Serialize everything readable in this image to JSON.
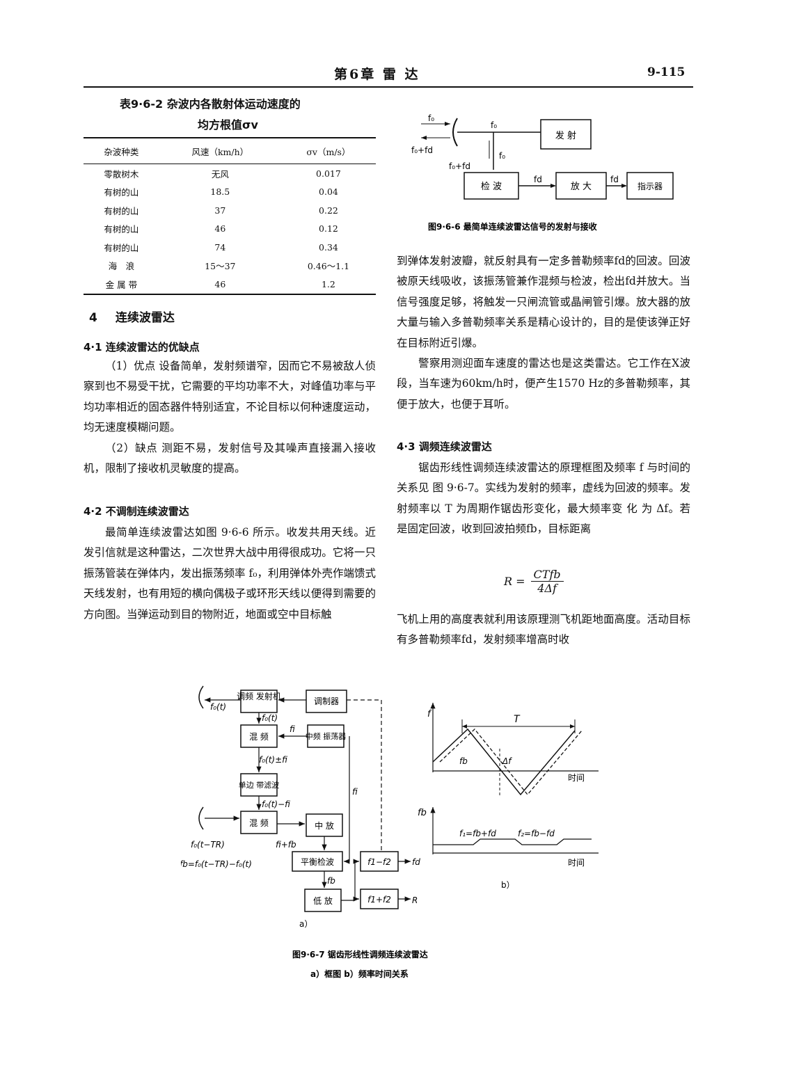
{
  "header": {
    "chapter": "第6章 雷 达",
    "page": "9-115"
  },
  "table": {
    "caption_line1": "表9·6-2 杂波内各散射体运动速度的",
    "caption_line2": "均方根值σv",
    "columns": [
      "杂波种类",
      "风速（km/h）",
      "σv（m/s）"
    ],
    "rows": [
      [
        "零散树木",
        "无风",
        "0.017"
      ],
      [
        "有树的山",
        "18.5",
        "0.04"
      ],
      [
        "有树的山",
        "37",
        "0.22"
      ],
      [
        "有树的山",
        "46",
        "0.12"
      ],
      [
        "有树的山",
        "74",
        "0.34"
      ],
      [
        "海　浪",
        "15～37",
        "0.46～1.1"
      ],
      [
        "金 属 带",
        "46",
        "1.2"
      ]
    ]
  },
  "section4": {
    "number": "4",
    "title": "连续波雷达"
  },
  "s41": {
    "title": "4·1 连续波雷达的优缺点",
    "p1": "（1）优点 设备简单，发射频谱窄，因而它不易被敌人侦察到也不易受干扰，它需要的平均功率不大，对峰值功率与平均功率相近的固态器件特别适宜，不论目标以何种速度运动，均无速度模糊问题。",
    "p2": "（2）缺点 测距不易，发射信号及其噪声直接漏入接收机，限制了接收机灵敏度的提高。"
  },
  "s42": {
    "title": "4·2 不调制连续波雷达",
    "p1": "最简单连续波雷达如图 9·6-6 所示。收发共用天线。近发引信就是这种雷达，二次世界大战中用得很成功。它将一只振荡管装在弹体内，发出振荡频率 f₀，利用弹体外壳作端馈式天线发射，也有用短的横向偶极子或环形天线以便得到需要的方向图。当弹运动到目的物附近，地面或空中目标触"
  },
  "right": {
    "p1": "到弹体发射波瓣，就反射具有一定多普勒频率fd的回波。回波被原天线吸收，该振荡管兼作混频与检波，检出fd并放大。当信号强度足够，将触发一只闸流管或晶闸管引爆。放大器的放大量与输入多普勒频率关系是精心设计的，目的是使该弹正好在目标附近引爆。",
    "p2": "警察用测迎面车速度的雷达也是这类雷达。它工作在X波段，当车速为60km/h时，便产生1570 Hz的多普勒频率，其便于放大，也便于耳听。",
    "s43_title": "4·3 调频连续波雷达",
    "p3": "锯齿形线性调频连续波雷达的原理框图及频率 f 与时间的关系见 图 9·6-7。实线为发射的频率，虚线为回波的频率。发射频率以 T 为周期作锯齿形变化，最大频率变 化 为 Δf。若是固定回波，收到回波拍频fb，目标距离",
    "formula_lhs": "R =",
    "formula_num": "CTfb",
    "formula_den": "4Δf",
    "p4": "飞机上用的高度表就利用该原理测飞机距地面高度。活动目标有多普勒频率fd，发射频率增高时收"
  },
  "fig966": {
    "caption": "图9·6-6 最简单连续波雷达信号的发射与接收",
    "blocks": {
      "tx": "发 射",
      "det": "检 波",
      "amp": "放 大",
      "ind": "指示器"
    },
    "labels": {
      "f0": "f₀",
      "f0fd": "f₀+fd",
      "fd": "fd"
    }
  },
  "fig967": {
    "caption": "图9·6-7 锯齿形线性调频连续波雷达",
    "subcaption": "a）框图 b）频率时间关系",
    "a_label": "a）",
    "b_label": "b）",
    "blocks": {
      "fm_tx": "调频\n发射机",
      "mod": "调制器",
      "mix1": "混 频",
      "if_osc": "中频\n振荡器",
      "ssb": "单边\n带滤波",
      "mix2": "混 频",
      "if_amp": "中 放",
      "bal": "平衡检波",
      "lpf": "低 放",
      "sub": "f1−f2",
      "add": "f1+f2"
    },
    "signals": {
      "f0t": "f₀(t)",
      "f0t2": "f₀(t)",
      "fi": "fi",
      "f0pm": "f₀(t)±fi",
      "f0m": "f₀(t)−fi",
      "f0tr": "f₀(t−TR)",
      "fifb": "fi+fb",
      "fb_eq": "fb=f₀(t−TR)−f₀(t)",
      "fb": "fb",
      "fd_out": "fd",
      "R_out": "R",
      "fi_side": "fi"
    },
    "plot_b": {
      "f_axis": "f",
      "T": "T",
      "df": "Δf",
      "fb": "fb",
      "time": "时间",
      "fb_axis": "fb",
      "f1": "f₁=fb+fd",
      "f2": "f₂=fb−fd",
      "time2": "时间"
    }
  }
}
